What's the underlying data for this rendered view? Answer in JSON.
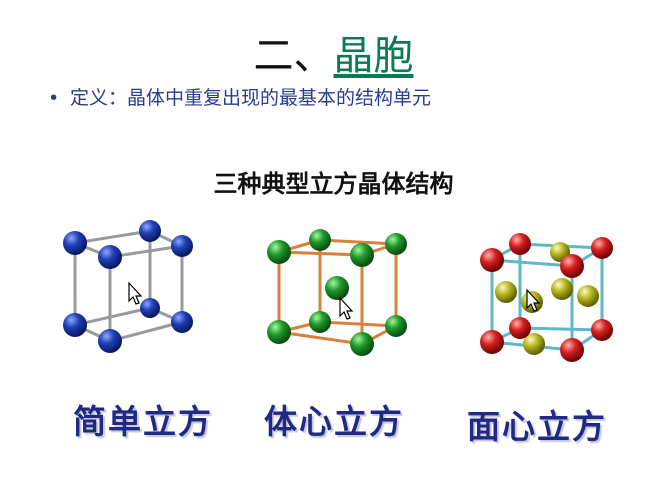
{
  "slide": {
    "title_prefix": "二、",
    "title_link": "晶胞",
    "bullet_marker": "•",
    "bullet_text": "定义：晶体中重复出现的最基本的结构单元",
    "subtitle": "三种典型立方晶体结构"
  },
  "cells": [
    {
      "label": "简单立方",
      "type": "simple-cubic",
      "edge_color": "#9a9a9a",
      "corner_color": "#1f3fb5"
    },
    {
      "label": "体心立方",
      "type": "body-centered-cubic",
      "edge_color": "#d9803a",
      "corner_color": "#1f9a2a",
      "center_color": "#1f9a2a"
    },
    {
      "label": "面心立方",
      "type": "face-centered-cubic",
      "edge_color": "#5fb6c8",
      "corner_color": "#d61f1f",
      "face_color": "#b8b81e"
    }
  ],
  "icons": {
    "cursor": "mouse-pointer-icon"
  }
}
